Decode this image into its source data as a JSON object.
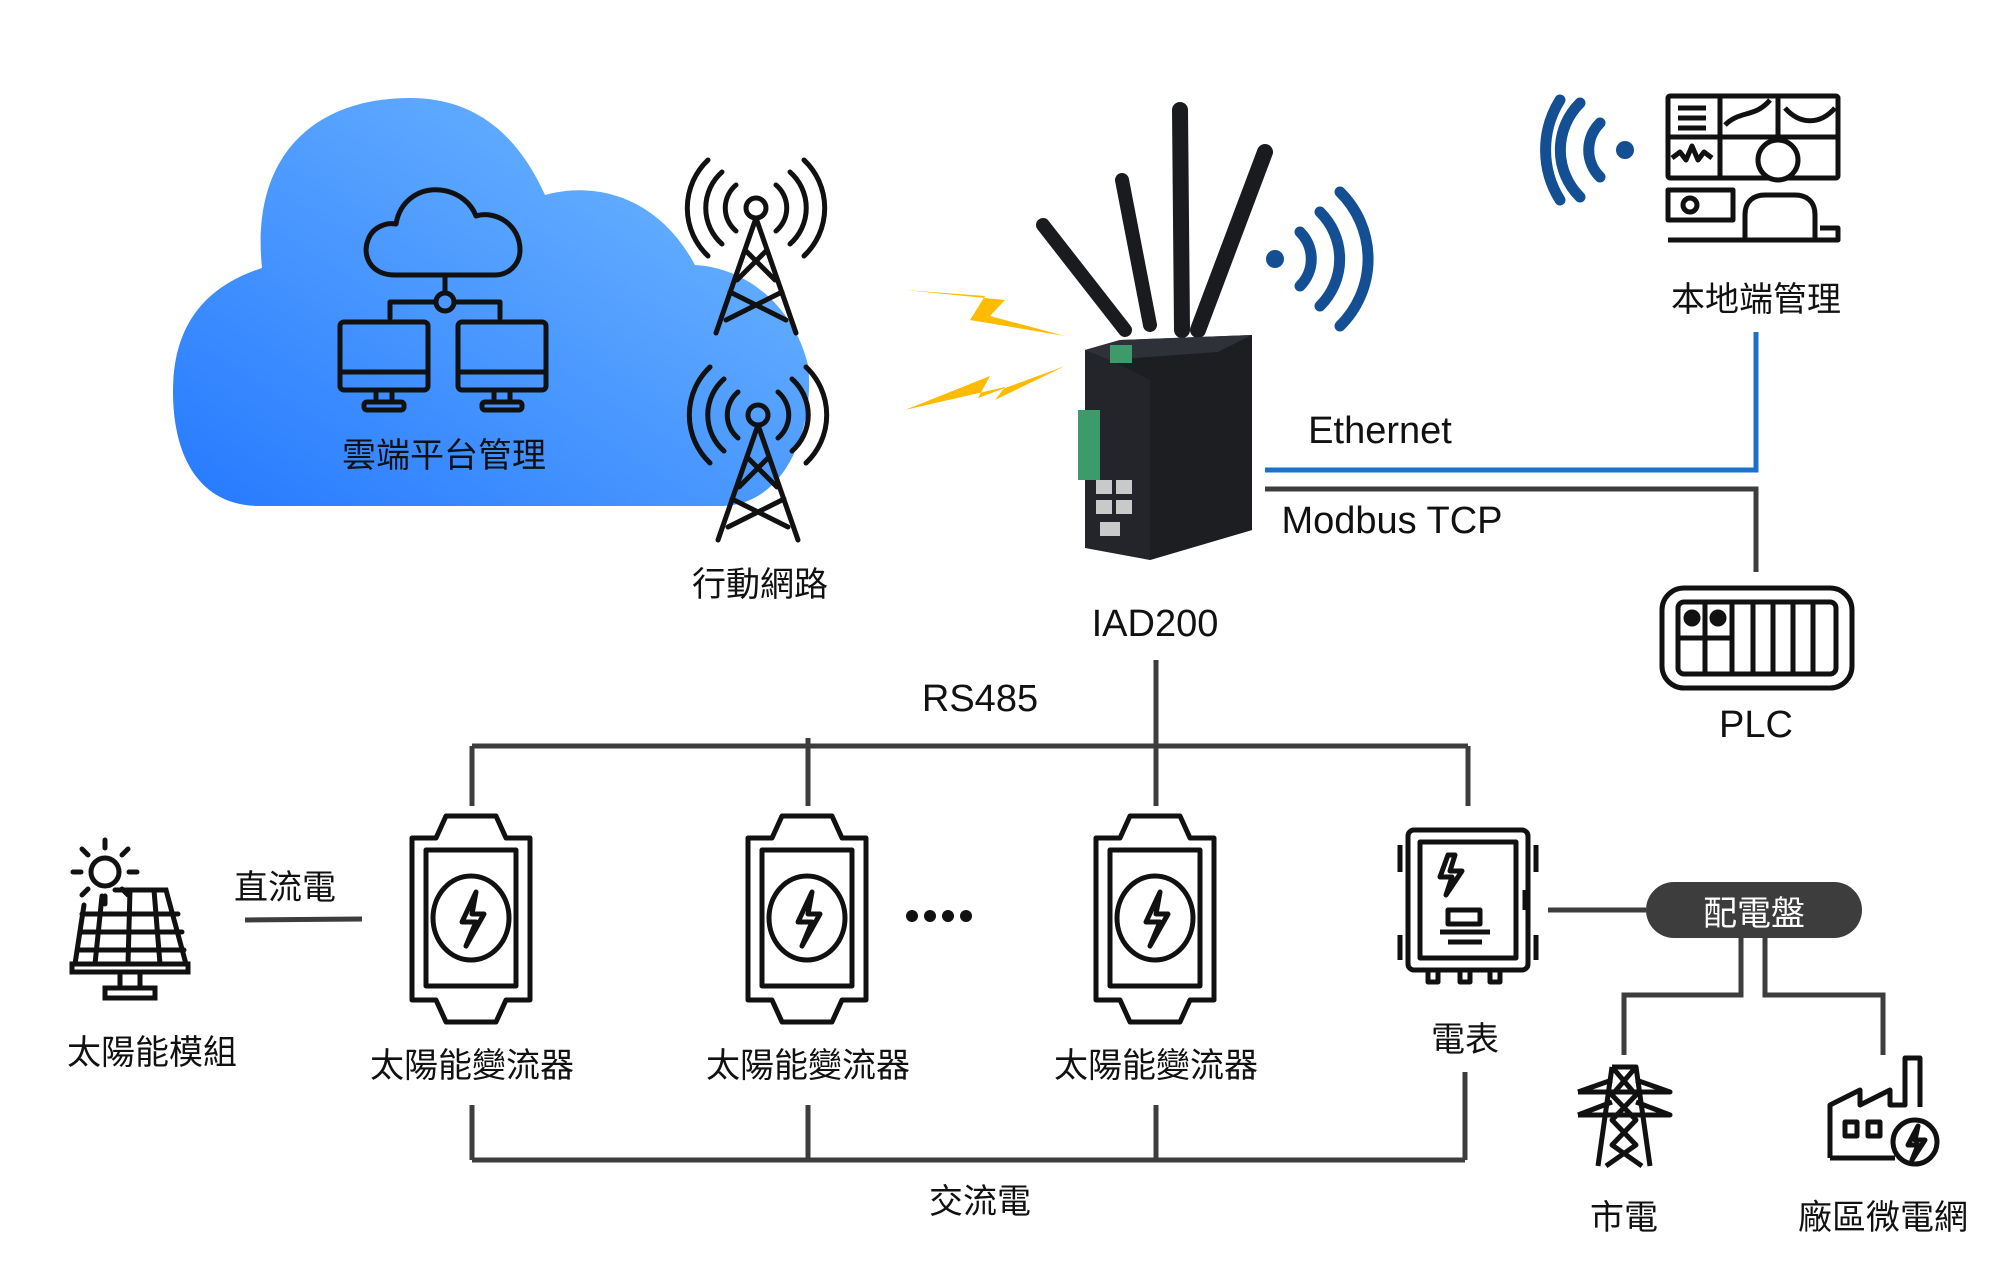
{
  "title": "IAD200 solar monitoring architecture",
  "colors": {
    "cloud_top": "#6cb6ff",
    "cloud_bottom": "#2a80ff",
    "ethernet_line": "#1a73c8",
    "wire": "#3d3d3d",
    "bolt": "#ffbb00",
    "wifi": "#144f93",
    "device": "#1f2126",
    "terminal": "#3b9b6a"
  },
  "cloud": {
    "label": "雲端平台管理",
    "icon": "cloud-network-icon"
  },
  "cellular": {
    "label": "行動網路",
    "icon": "cell-tower-icon",
    "count": 2
  },
  "gateway": {
    "label": "IAD200",
    "icon": "industrial-router-icon"
  },
  "local": {
    "label": "本地端管理",
    "icon": "control-room-operator-icon"
  },
  "links": {
    "ethernet": "Ethernet",
    "modbus": "Modbus TCP",
    "rs485": "RS485",
    "dc": "直流電",
    "ac": "交流電"
  },
  "plc": {
    "label": "PLC",
    "icon": "plc-icon"
  },
  "solar_module": {
    "label": "太陽能模組",
    "icon": "solar-panel-icon"
  },
  "inverters": [
    {
      "label": "太陽能變流器",
      "icon": "inverter-icon"
    },
    {
      "label": "太陽能變流器",
      "icon": "inverter-icon"
    },
    {
      "label": "太陽能變流器",
      "icon": "inverter-icon"
    }
  ],
  "ellipsis": "••••",
  "meter": {
    "label": "電表",
    "icon": "meter-box-icon"
  },
  "panel": {
    "label": "配電盤"
  },
  "grid": {
    "label": "市電",
    "icon": "power-tower-icon"
  },
  "microgrid": {
    "label": "廠區微電網",
    "icon": "factory-power-icon"
  }
}
